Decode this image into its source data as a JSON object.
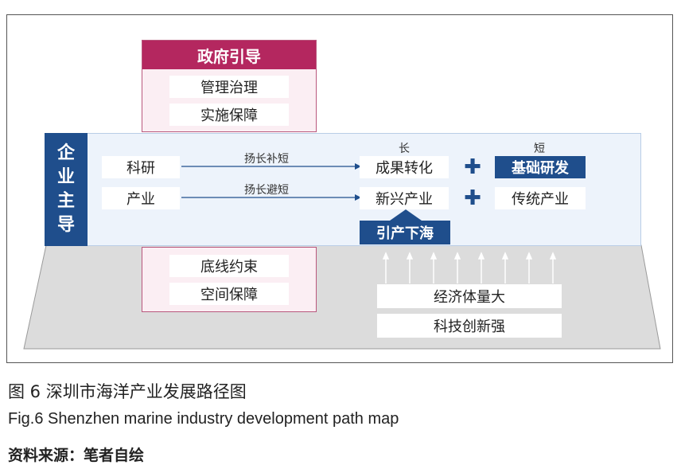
{
  "government": {
    "title": "政府引导",
    "items": [
      "管理治理",
      "实施保障"
    ]
  },
  "enterprise": {
    "side_label": [
      "企",
      "业",
      "主",
      "导"
    ],
    "rows": [
      {
        "left": "科研",
        "arrow_label": "扬长补短",
        "middle": "成果转化",
        "right": "基础研发"
      },
      {
        "left": "产业",
        "arrow_label": "扬长避短",
        "middle": "新兴产业",
        "right": "传统产业"
      }
    ],
    "long_label": "长",
    "short_label": "短",
    "plus_symbol": "✚",
    "bottom_action": "引产下海"
  },
  "foundation": {
    "left_items": [
      "底线约束",
      "空间保障"
    ],
    "right_items": [
      "经济体量大",
      "科技创新强"
    ]
  },
  "caption": {
    "zh": "图 6  深圳市海洋产业发展路径图",
    "en": "Fig.6    Shenzhen marine industry development path map",
    "source": "资料来源：笔者自绘"
  },
  "colors": {
    "government_accent": "#b4275f",
    "enterprise_accent": "#1f4e8c",
    "ground_fill": "#dcdcdc"
  }
}
